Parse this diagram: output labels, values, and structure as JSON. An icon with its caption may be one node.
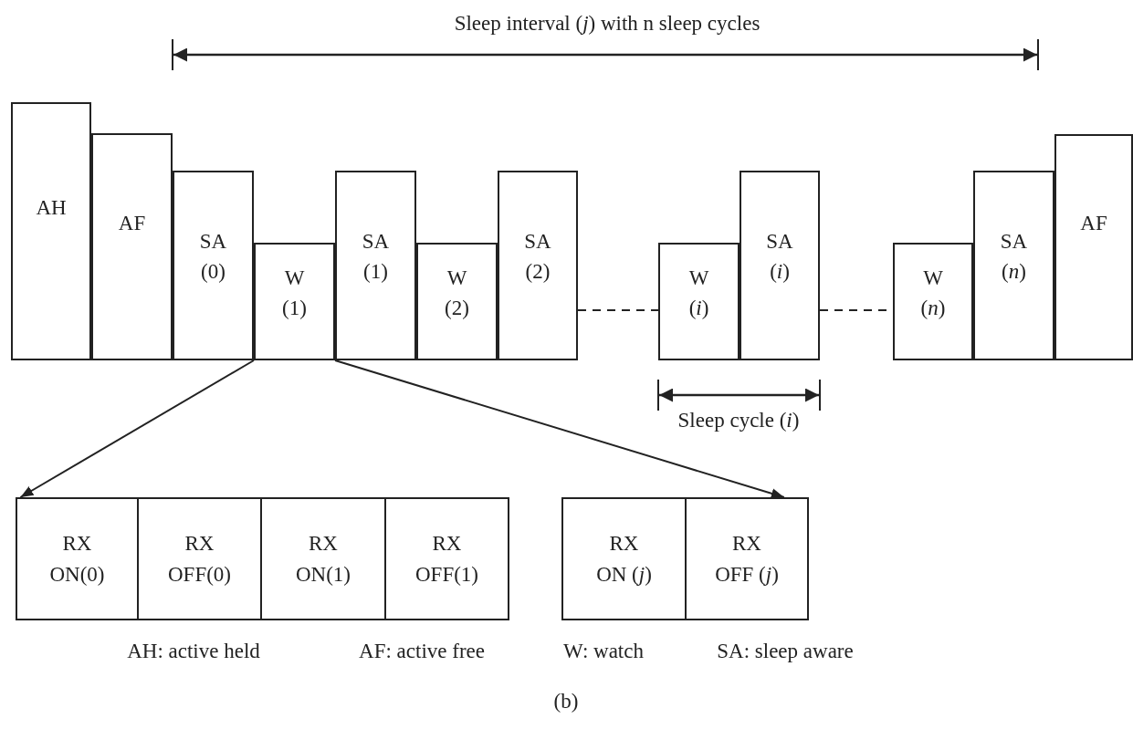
{
  "diagram": {
    "caption": "(b)",
    "nodes": [
      {
        "text": [
          "AH"
        ]
      },
      {
        "text": [
          "AF"
        ]
      },
      {
        "text": [
          "SA (0)"
        ]
      },
      {
        "text": [
          "W (1)"
        ]
      },
      {
        "text": [
          "SA (1)"
        ]
      },
      {
        "text": [
          "W (2)"
        ]
      },
      {
        "text": [
          "SA (2)"
        ]
      },
      {
        "text": [
          "W (*i*)"
        ]
      },
      {
        "text": [
          "SA (*i*)"
        ]
      },
      {
        "text": [
          "W (*n*)"
        ]
      },
      {
        "text": [
          "SA (*n*)"
        ]
      },
      {
        "text": [
          "AF"
        ]
      },
      {
        "text": [
          "RX ON(0)"
        ]
      },
      {
        "text": [
          "RX OFF(0)"
        ]
      },
      {
        "text": [
          "RX ON(1)"
        ]
      },
      {
        "text": [
          "RX OFF(1)"
        ]
      },
      {
        "text": [
          "RX ON (*j*)"
        ]
      },
      {
        "text": [
          "RX OFF (*j*)"
        ]
      }
    ],
    "edges": [
      {
        "from": 6,
        "to": 7,
        "arrow": "none",
        "style": "dashed"
      },
      {
        "from": 8,
        "to": 9,
        "arrow": "none",
        "style": "dashed"
      },
      {
        "from": 3,
        "to": 12,
        "arrow": "to"
      },
      {
        "from": 3,
        "to": 17,
        "arrow": "to"
      }
    ],
    "labels": [
      "Sleep interval (*j*) with n sleep cycles",
      "Sleep cycle (*i*)",
      "AH: active held",
      "AF: active free",
      "W: watch",
      "SA: sleep aware"
    ]
  }
}
